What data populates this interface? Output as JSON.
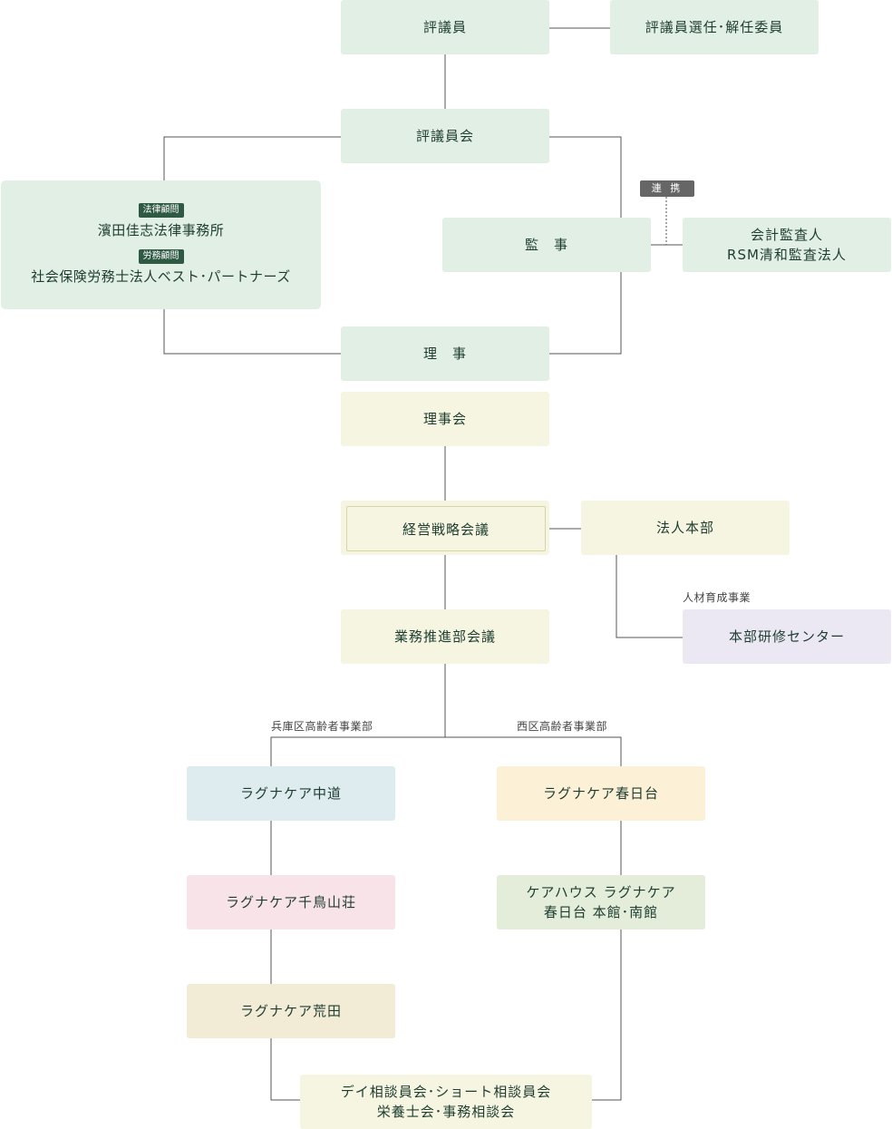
{
  "org": {
    "hyogiin": "評議員",
    "hyogiin_senin": "評議員選任･解任委員",
    "hyogiinkai": "評議員会",
    "advisors": {
      "legal_tag": "法律顧問",
      "legal_name": "濱田佳志法律事務所",
      "labor_tag": "労務顧問",
      "labor_name": "社会保険労務士法人ベスト･パートナーズ"
    },
    "renkei": "連 携",
    "kanji": "監　事",
    "kaikei_line1": "会計監査人",
    "kaikei_line2": "RSM清和監査法人",
    "riji": "理　事",
    "rijikai": "理事会",
    "keiei": "経営戦略会議",
    "hojin_honbu": "法人本部",
    "jinzai_label": "人材育成事業",
    "kenshu": "本部研修センター",
    "gyomu": "業務推進部会議",
    "hyogo_label": "兵庫区高齢者事業部",
    "nishi_label": "西区高齢者事業部",
    "nakamichi": "ラグナケア中道",
    "chidori": "ラグナケア千鳥山荘",
    "arata": "ラグナケア荒田",
    "kasugadai": "ラグナケア春日台",
    "carehouse_line1": "ケアハウス ラグナケア",
    "carehouse_line2": "春日台 本館･南館",
    "sodan_line1": "デイ相談員会･ショート相談員会",
    "sodan_line2": "栄養士会･事務相談会"
  }
}
